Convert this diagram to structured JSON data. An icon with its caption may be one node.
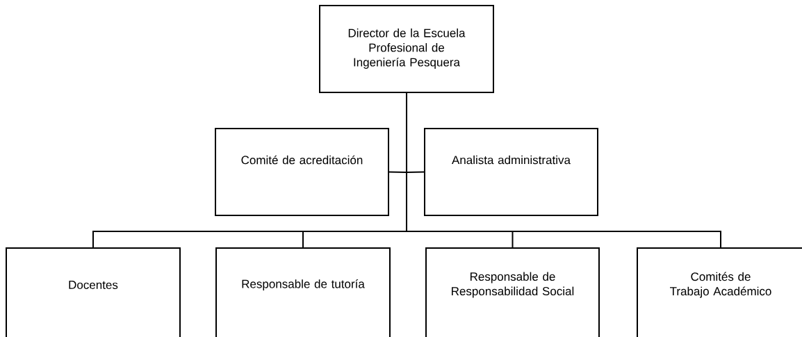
{
  "diagram": {
    "nodes": [
      {
        "text": [
          "Director de la Escuela Profesional de Ingeniería Pesquera"
        ]
      },
      {
        "text": [
          "Comité de acreditación"
        ]
      },
      {
        "text": [
          "Analista administrativa"
        ]
      },
      {
        "text": [
          "Docentes"
        ]
      },
      {
        "text": [
          "Responsable de tutoría"
        ]
      },
      {
        "text": [
          "Responsable de Responsabilidad Social"
        ]
      },
      {
        "text": [
          "Comités de Trabajo Académico"
        ]
      }
    ],
    "edges": [
      {
        "from": 0,
        "to": 1,
        "arrow": "none"
      },
      {
        "from": 0,
        "to": 2,
        "arrow": "none"
      },
      {
        "from": 0,
        "to": 3,
        "arrow": "none"
      },
      {
        "from": 0,
        "to": 4,
        "arrow": "none"
      },
      {
        "from": 0,
        "to": 5,
        "arrow": "none"
      },
      {
        "from": 0,
        "to": 6,
        "arrow": "none"
      }
    ]
  }
}
